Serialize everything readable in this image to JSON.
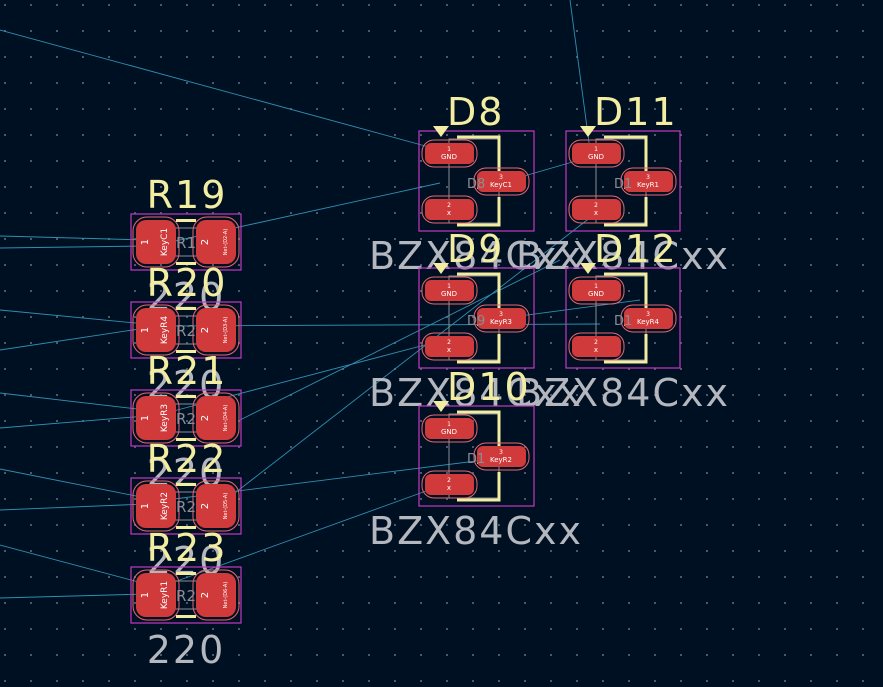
{
  "colors": {
    "background": "#001023",
    "grid_dot": "#4a5a6e",
    "ratsnest": "#2f8fb0",
    "pad": "#d03a3a",
    "pad_outline": "#e8676e",
    "courtyard": "#c13ac1",
    "silkscreen": "#f2eda1",
    "fab_text": "#b4b7bd",
    "pad_text": "#ffffff"
  },
  "resistors": [
    {
      "ref": "R19",
      "value": "220",
      "fab_ref": "R1",
      "pin1_net": "KeyC1",
      "pin2_net": "Net-(D2-A)"
    },
    {
      "ref": "R20",
      "value": "220",
      "fab_ref": "R2",
      "pin1_net": "KeyR4",
      "pin2_net": "Net-(D3-A)"
    },
    {
      "ref": "R21",
      "value": "220",
      "fab_ref": "R2",
      "pin1_net": "KeyR3",
      "pin2_net": "Net-(D4-A)"
    },
    {
      "ref": "R22",
      "value": "220",
      "fab_ref": "R2",
      "pin1_net": "KeyR2",
      "pin2_net": "Net-(D5-A)"
    },
    {
      "ref": "R23",
      "value": "220",
      "fab_ref": "R2",
      "pin1_net": "KeyR1",
      "pin2_net": "Net-(D6-A)"
    }
  ],
  "diodes": [
    {
      "ref": "D8",
      "value": "BZX84Cxx",
      "fab_ref": "D8",
      "pin1_net": "GND",
      "pin2_net": "x",
      "pin3_net": "KeyC1"
    },
    {
      "ref": "D11",
      "value": "BZX84Cxx",
      "fab_ref": "D1",
      "pin1_net": "GND",
      "pin2_net": "x",
      "pin3_net": "KeyR1"
    },
    {
      "ref": "D9",
      "value": "BZX84Cxx",
      "fab_ref": "D9",
      "pin1_net": "GND",
      "pin2_net": "x",
      "pin3_net": "KeyR3"
    },
    {
      "ref": "D12",
      "value": "BZX84Cxx",
      "fab_ref": "D1",
      "pin1_net": "GND",
      "pin2_net": "x",
      "pin3_net": "KeyR4"
    },
    {
      "ref": "D10",
      "value": "BZX84Cxx",
      "fab_ref": "D1",
      "pin1_net": "GND",
      "pin2_net": "x",
      "pin3_net": "KeyR2"
    }
  ]
}
